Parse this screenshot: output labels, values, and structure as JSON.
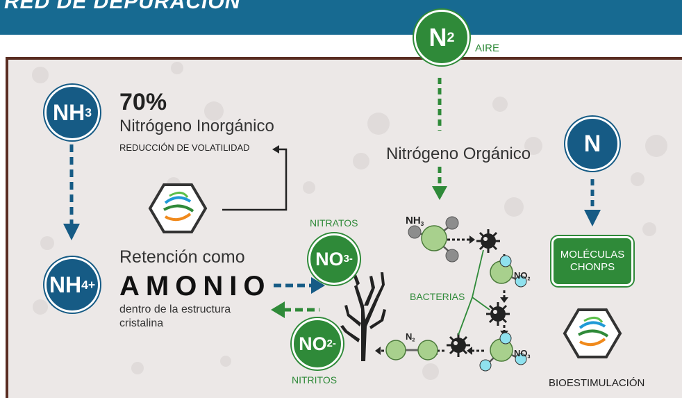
{
  "header": {
    "title": "RED DE DEPURACIÓN"
  },
  "nodes": {
    "n2": {
      "main": "N",
      "sub": "2",
      "label": "AIRE"
    },
    "nh3": {
      "main": "NH",
      "sub": "3"
    },
    "nh4": {
      "main": "NH",
      "sub": "4",
      "sup": "+"
    },
    "n": {
      "main": "N"
    },
    "no3": {
      "main": "NO",
      "sub": "3-",
      "label": "NITRATOS"
    },
    "no2": {
      "main": "NO",
      "sub": "2-",
      "label": "NITRITOS"
    }
  },
  "inorganic": {
    "percent": "70%",
    "title": "Nitrógeno Inorgánico",
    "subtitle": "REDUCCIÓN DE VOLATILIDAD"
  },
  "retention": {
    "line1": "Retención como",
    "highlight": "AMONIO",
    "line2": "dentro de la estructura",
    "line3": "cristalina"
  },
  "organic": {
    "title": "Nitrógeno Orgánico"
  },
  "molecules": {
    "nh3_main": "NH",
    "nh3_sub": "3",
    "no2_main": "NO",
    "no2_sub": "2",
    "no3_main": "NO",
    "no3_sub": "3",
    "n2_main": "N",
    "n2_sub": "2",
    "bacteria_label": "BACTERIAS"
  },
  "chonps": {
    "line1": "MOLÉCULAS",
    "line2": "CHONPS"
  },
  "bio": {
    "label": "BIOESTIMULACIÓN"
  },
  "colors": {
    "blue": "#165b85",
    "green": "#2f8a39",
    "header": "#176a91",
    "frame": "#5a2d22",
    "panel": "#ece8e7"
  }
}
